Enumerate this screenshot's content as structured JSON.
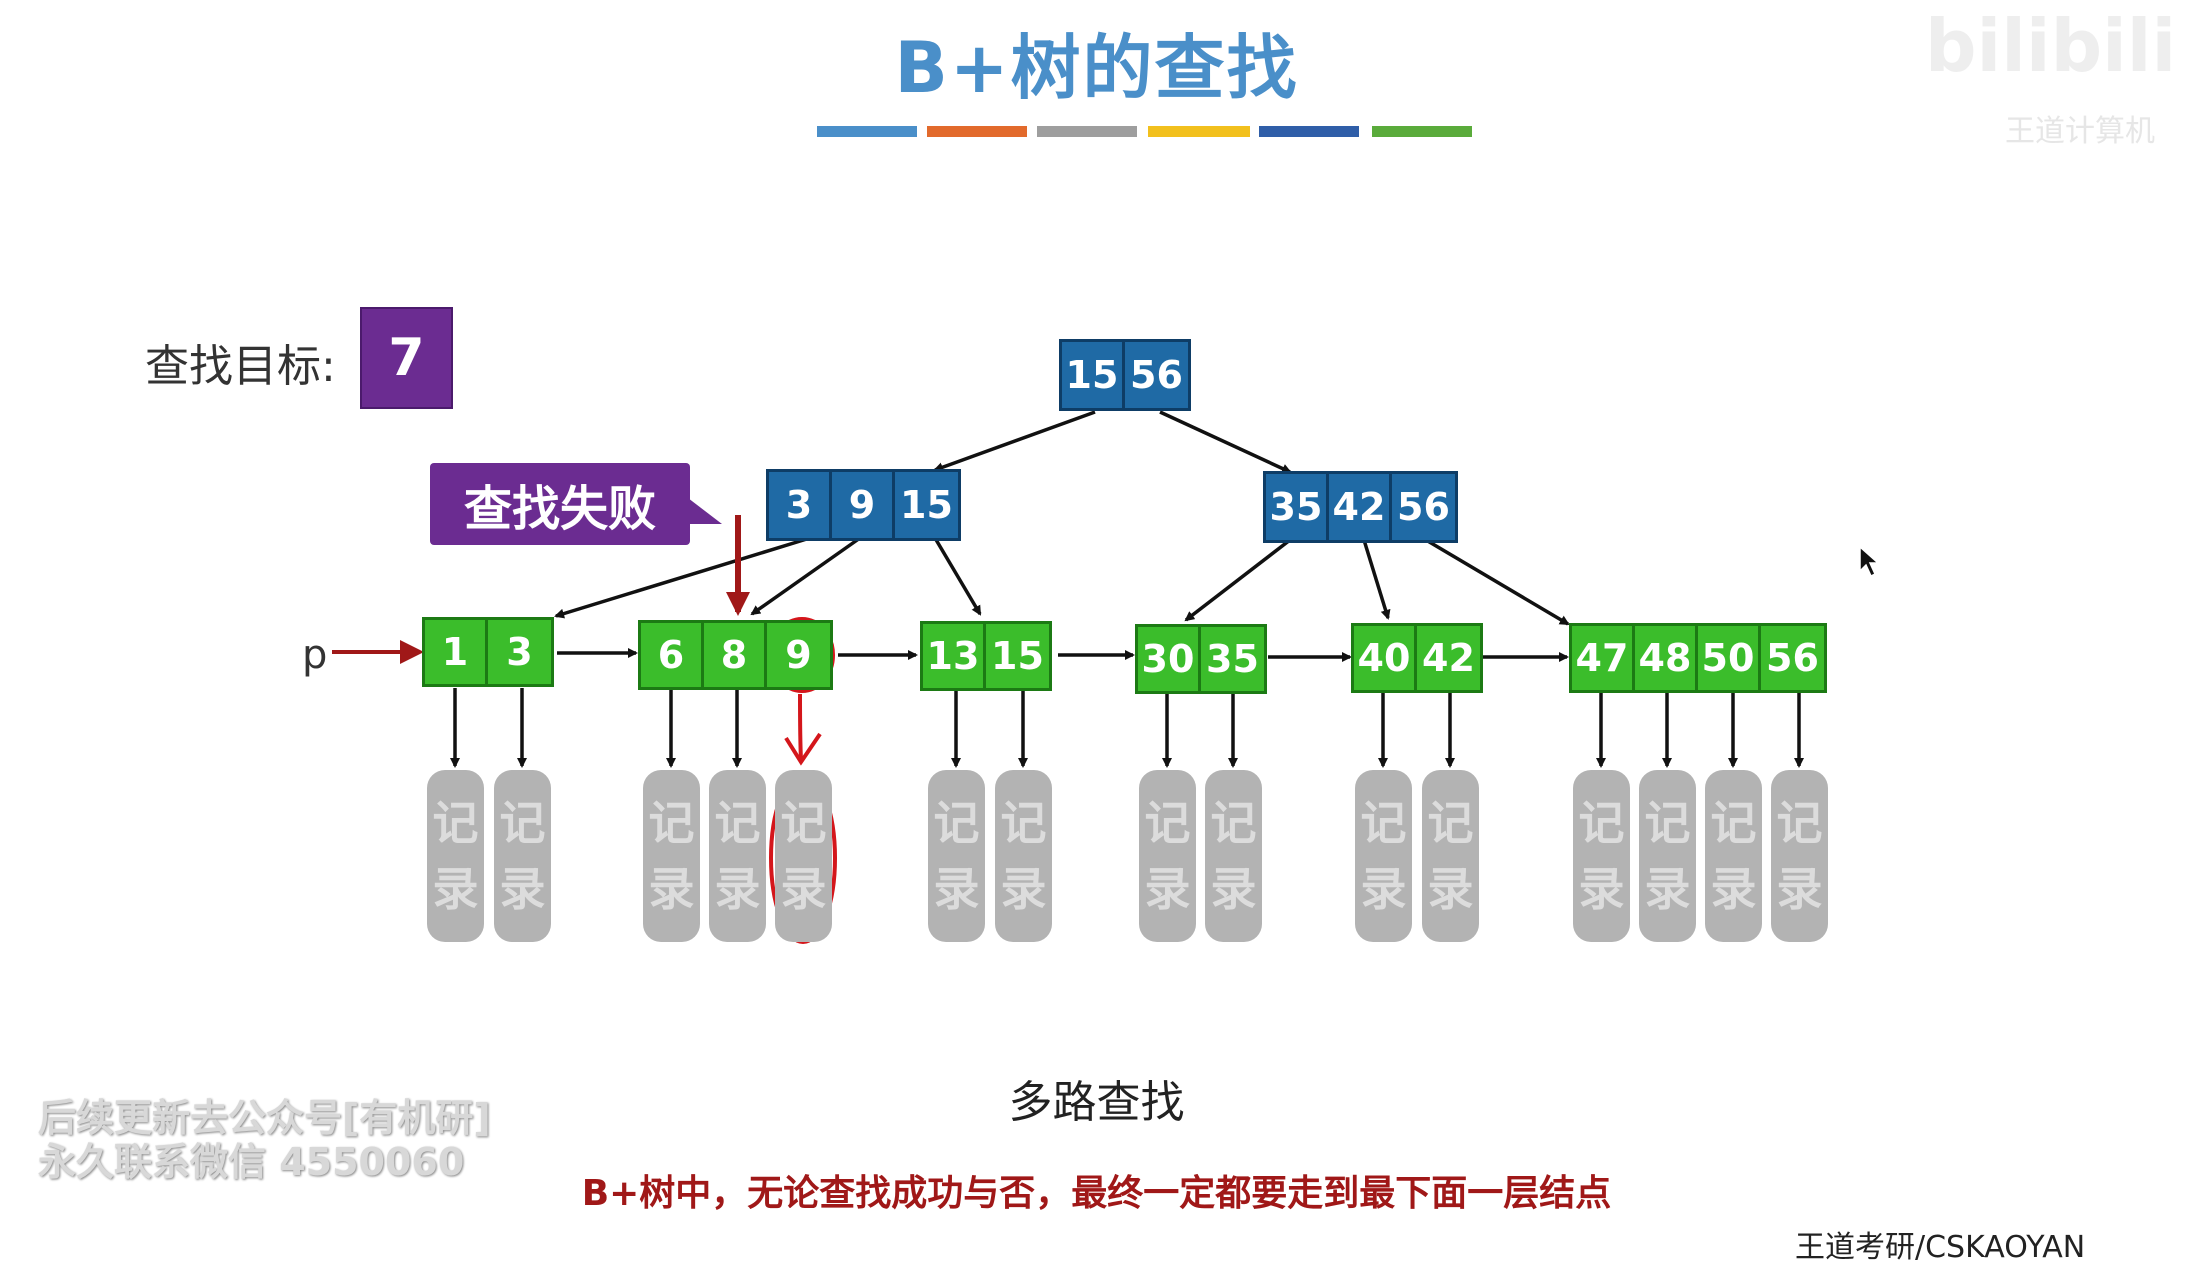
{
  "title": "B+树的查找",
  "colors": {
    "bar_segments": [
      "#4a8fc9",
      "#e26a2c",
      "#9e9e9e",
      "#f2c01d",
      "#2f5ea8",
      "#5aab3b"
    ],
    "internal_node": "#1f6aa5",
    "leaf_node": "#3bbd2b",
    "record": "#b3b3b3",
    "highlight": "#c21818",
    "callout": "#6b2c91"
  },
  "search": {
    "label": "查找目标:",
    "target": "7"
  },
  "fail_callout": "查找失败",
  "pointer_label": "p",
  "tree": {
    "root": [
      "15",
      "56"
    ],
    "level2": [
      [
        "3",
        "9",
        "15"
      ],
      [
        "35",
        "42",
        "56"
      ]
    ],
    "leaves": [
      [
        "1",
        "3"
      ],
      [
        "6",
        "8",
        "9"
      ],
      [
        "13",
        "15"
      ],
      [
        "30",
        "35"
      ],
      [
        "40",
        "42"
      ],
      [
        "47",
        "48",
        "50",
        "56"
      ]
    ],
    "highlighted_key": "9"
  },
  "record": {
    "line1": "记",
    "line2": "录"
  },
  "caption": "多路查找",
  "note": "B+树中，无论查找成功与否，最终一定都要走到最下面一层结点",
  "watermark": {
    "line1": "后续更新去公众号[有机研]",
    "line2": "永久联系微信 4550060"
  },
  "brand": {
    "logo": "bilibili",
    "sub": "王道计算机"
  },
  "footer_cut": "王道考研/CSKAOYAN"
}
